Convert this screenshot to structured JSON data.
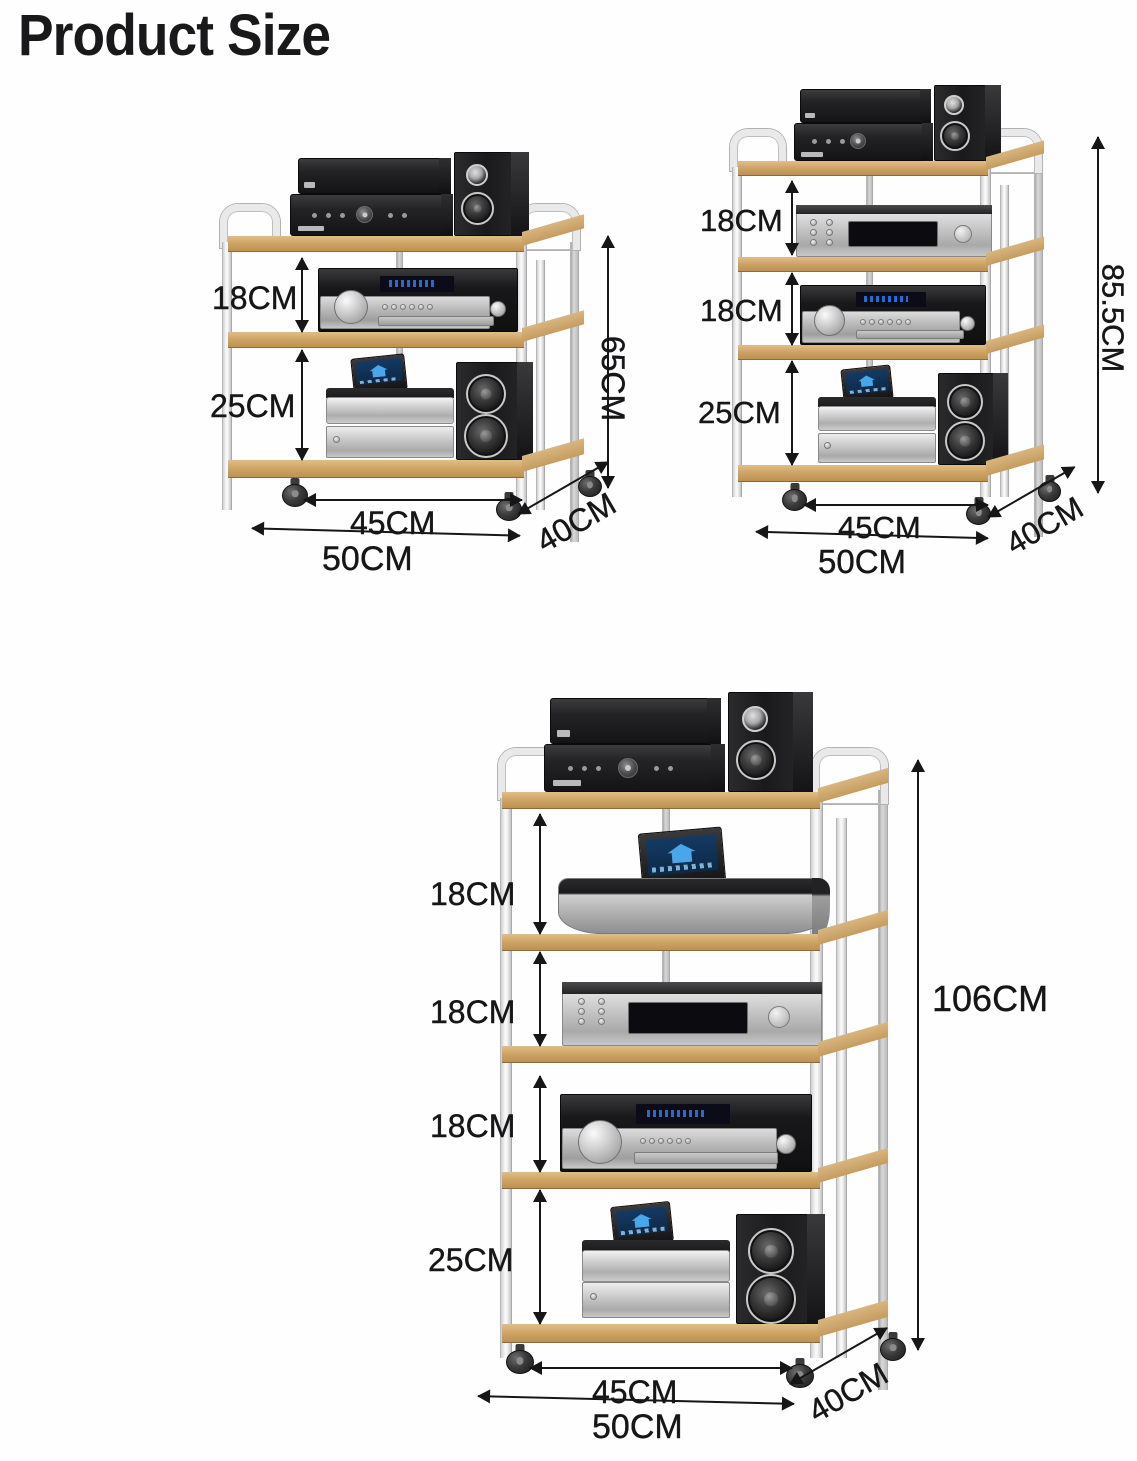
{
  "page": {
    "title": "Product Size",
    "background_color": "#fffefe",
    "text_color": "#161618",
    "wood_color": "#cfa667",
    "frame_color": "#e9e9e9"
  },
  "racks": [
    {
      "id": "rack-3-tier",
      "name": "3-tier audio rack",
      "tier_count": 3,
      "tier_heights": [
        "18CM",
        "25CM"
      ],
      "total_height": "65CM",
      "shelf_width": "45CM",
      "outer_width": "50CM",
      "depth": "40CM",
      "labels": {
        "tier_1": "18CM",
        "tier_2": "25CM",
        "height": "65CM",
        "inner_width": "45CM",
        "outer_width": "50CM",
        "depth": "40CM"
      }
    },
    {
      "id": "rack-4-tier",
      "name": "4-tier audio rack",
      "tier_count": 4,
      "tier_heights": [
        "18CM",
        "18CM",
        "25CM"
      ],
      "total_height": "85.5CM",
      "shelf_width": "45CM",
      "outer_width": "50CM",
      "depth": "40CM",
      "labels": {
        "tier_1": "18CM",
        "tier_2": "18CM",
        "tier_3": "25CM",
        "height": "85.5CM",
        "inner_width": "45CM",
        "outer_width": "50CM",
        "depth": "40CM"
      }
    },
    {
      "id": "rack-5-tier",
      "name": "5-tier audio rack",
      "tier_count": 5,
      "tier_heights": [
        "18CM",
        "18CM",
        "18CM",
        "25CM"
      ],
      "total_height": "106CM",
      "shelf_width": "45CM",
      "outer_width": "50CM",
      "depth": "40CM",
      "labels": {
        "tier_1": "18CM",
        "tier_2": "18CM",
        "tier_3": "18CM",
        "tier_4": "25CM",
        "height": "106CM",
        "inner_width": "45CM",
        "outer_width": "50CM",
        "depth": "40CM"
      }
    }
  ],
  "equipment": {
    "set_top_box": "set-top-box",
    "av_receiver": "av-receiver",
    "bookshelf_speaker": "bookshelf-speaker",
    "cd_player": "cd-player",
    "media_streamer": "media-streamer",
    "lcd_panel": "lcd-touch-panel"
  }
}
